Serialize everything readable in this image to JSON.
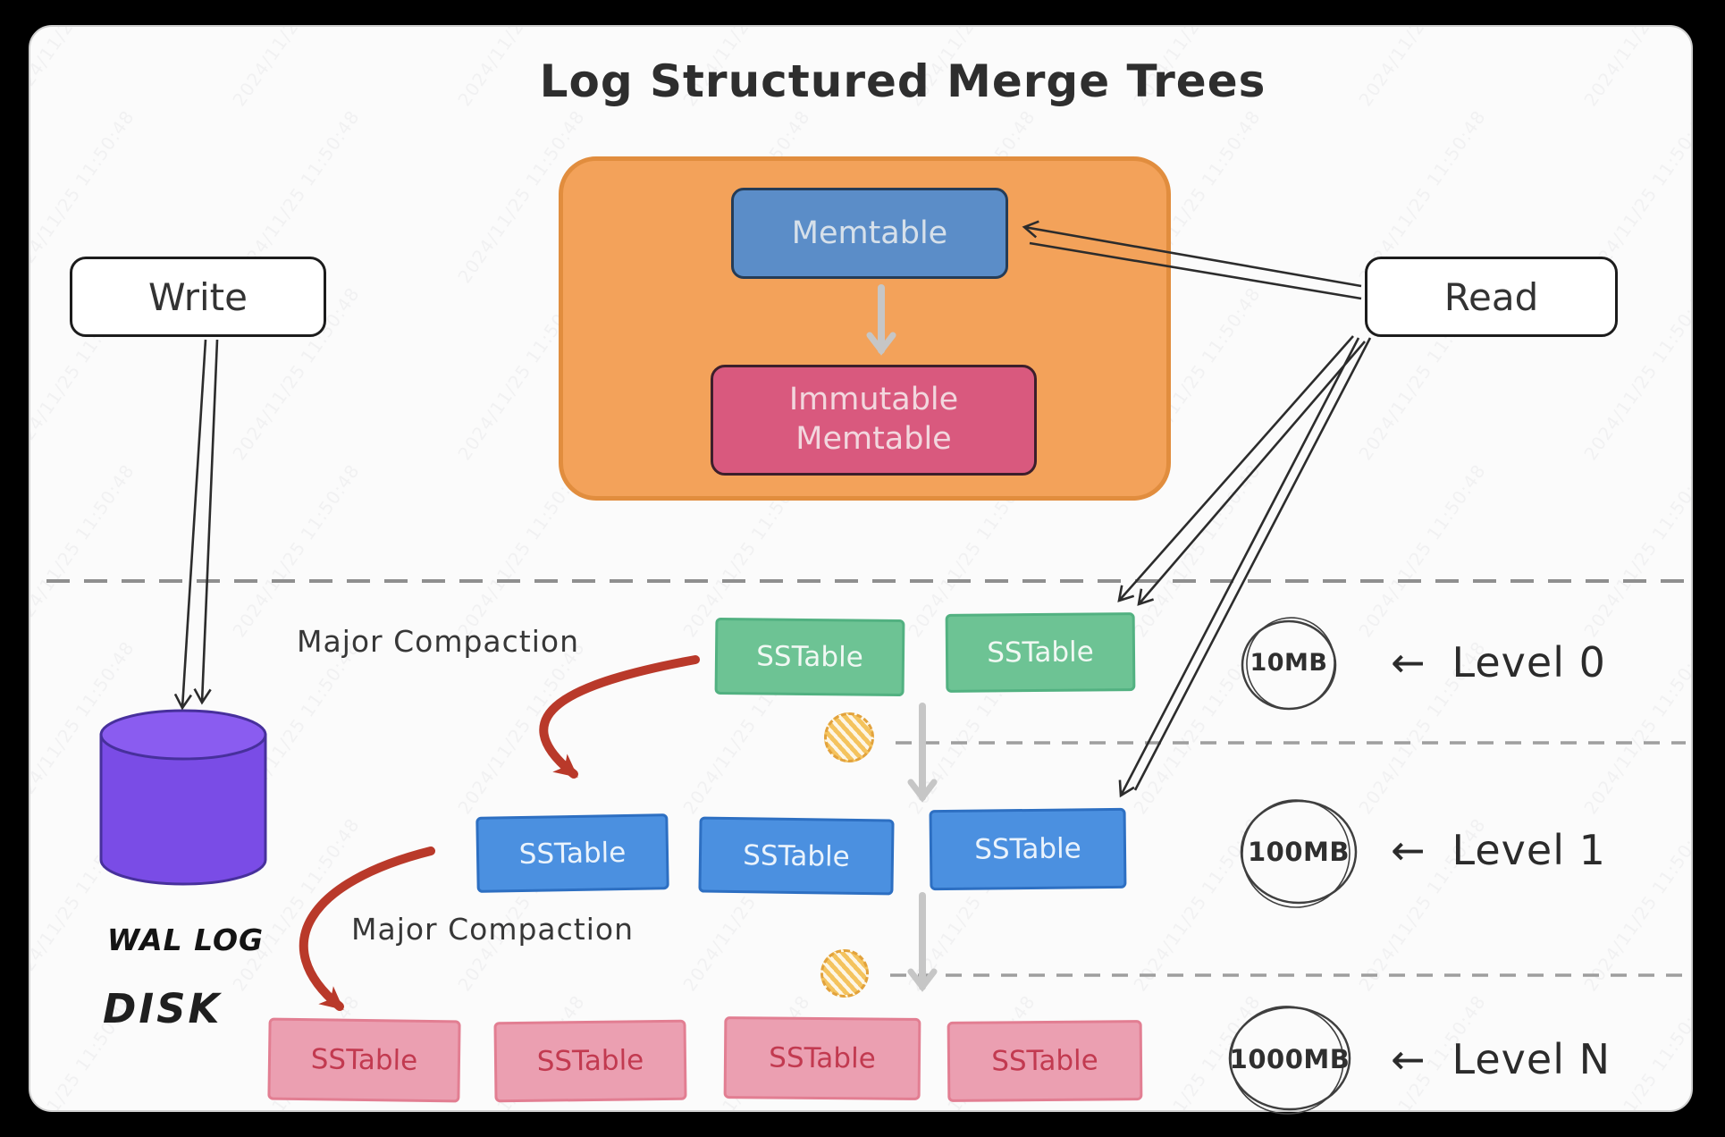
{
  "title": "Log Structured Merge Trees",
  "watermark": "2024/11/25 11:50:48",
  "nodes": {
    "write": "Write",
    "read": "Read",
    "memtable": "Memtable",
    "immutable_memtable": "Immutable Memtable",
    "wal_log": "WAL LOG",
    "disk": "DISK",
    "sstable": "SSTable",
    "major_compaction": "Major Compaction"
  },
  "levels": [
    {
      "label": "Level 0",
      "size": "10MB",
      "sstable_count": 2
    },
    {
      "label": "Level 1",
      "size": "100MB",
      "sstable_count": 3
    },
    {
      "label": "Level N",
      "size": "1000MB",
      "sstable_count": 4
    }
  ],
  "ui": {
    "arrow_char": "←"
  },
  "colors": {
    "frame": "#000000",
    "canvas": "#fbfbfb",
    "memory_buffer": "#f3a25a",
    "memtable": "#5b8dc8",
    "immutable_memtable": "#d9597e",
    "wal_cylinder": "#7a4ce6",
    "sstable_level0": "#6dc394",
    "sstable_level1": "#4b90e0",
    "sstable_levelN": "#eb9fb1",
    "compaction_arrow": "#b9392a",
    "flow_arrow": "#c6c6c6",
    "divider": "#8f8f8f"
  }
}
